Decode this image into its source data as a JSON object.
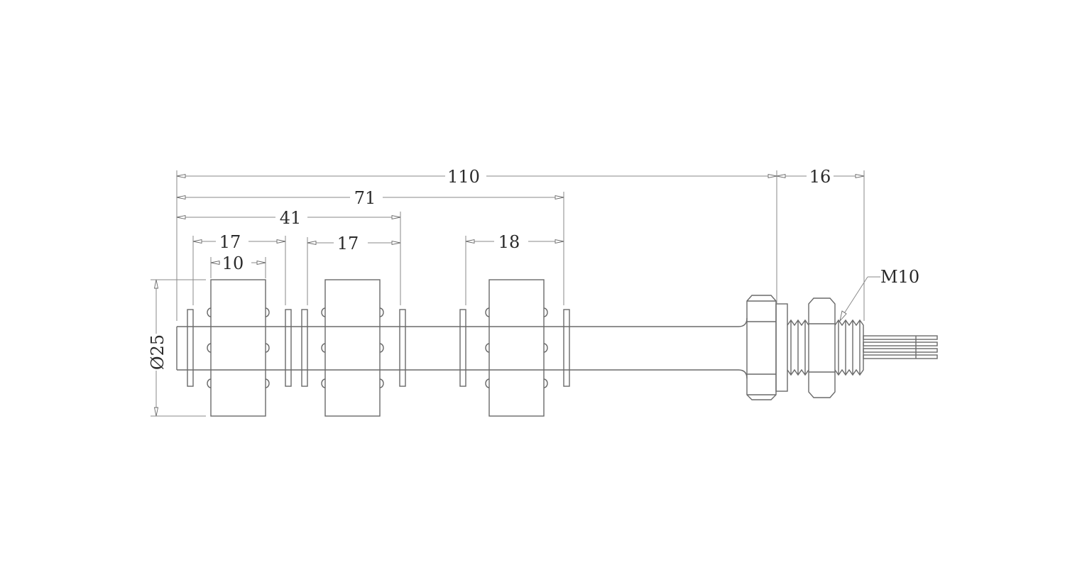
{
  "dimensions": {
    "overall_length": "110",
    "thread_length": "16",
    "float3_position": "71",
    "float2_position": "41",
    "float1_spacing": "17",
    "float1_width": "10",
    "float2_spacing": "17",
    "float3_spacing": "18",
    "float_diameter": "Ø25",
    "thread_size": "M10"
  },
  "colors": {
    "line": "#6a6a6a",
    "dimension_line": "#8a8a8a",
    "text": "#2a2a2a",
    "background": "#ffffff"
  }
}
